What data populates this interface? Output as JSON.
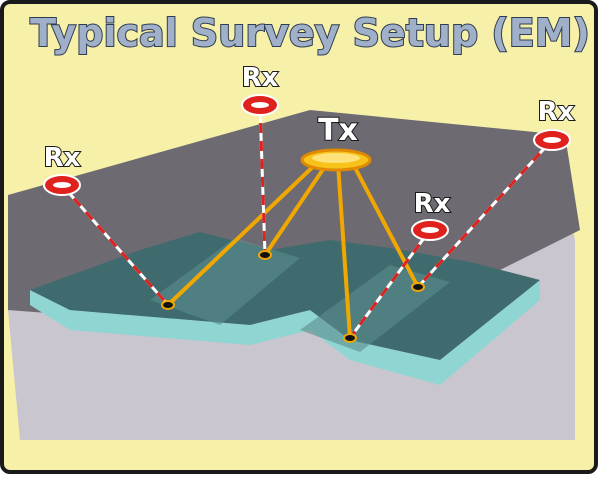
{
  "title": "Typical Survey Setup (EM)",
  "labels": {
    "tx": "Tx",
    "rx_left": "Rx",
    "rx_top": "Rx",
    "rx_right": "Rx",
    "rx_mid": "Rx"
  },
  "colors": {
    "background": "#f7f0a8",
    "border": "#1a1a1a",
    "title_fill": "#9fb0c8",
    "title_stroke": "#2f3d52",
    "ground_top": "#6d6a72",
    "ground_side": "#c9c6cf",
    "seafloor": "#3f6b6e",
    "seafloor_edge": "#8fd6d2",
    "tx_cable": "#f0a800",
    "rx_marker": "#e0221e"
  },
  "icons": {
    "tx": "transmitter-disc-icon",
    "rx": "receiver-disc-icon"
  }
}
